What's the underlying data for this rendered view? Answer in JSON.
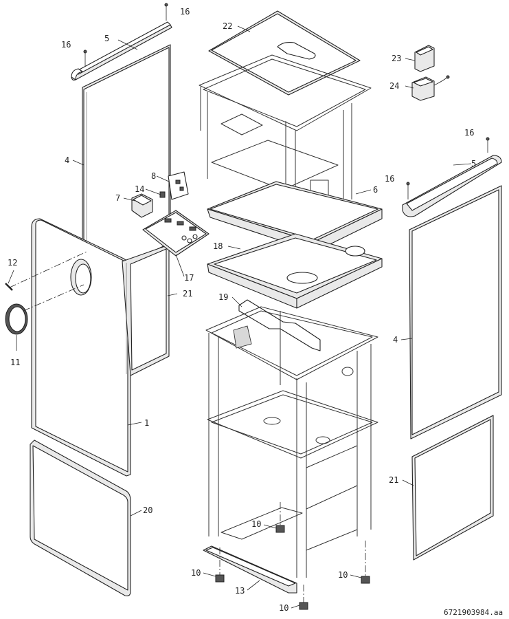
{
  "diagram": {
    "document_code": "6721903984.aa",
    "callouts": [
      {
        "id": "c16a",
        "text": "16"
      },
      {
        "id": "c5a",
        "text": "5"
      },
      {
        "id": "c16b",
        "text": "16"
      },
      {
        "id": "c4a",
        "text": "4"
      },
      {
        "id": "c8",
        "text": "8"
      },
      {
        "id": "c14",
        "text": "14"
      },
      {
        "id": "c7",
        "text": "7"
      },
      {
        "id": "c12",
        "text": "12"
      },
      {
        "id": "c11",
        "text": "11"
      },
      {
        "id": "c17",
        "text": "17"
      },
      {
        "id": "c21a",
        "text": "21"
      },
      {
        "id": "c1",
        "text": "1"
      },
      {
        "id": "c20",
        "text": "20"
      },
      {
        "id": "c22",
        "text": "22"
      },
      {
        "id": "c23",
        "text": "23"
      },
      {
        "id": "c24",
        "text": "24"
      },
      {
        "id": "c6",
        "text": "6"
      },
      {
        "id": "c18",
        "text": "18"
      },
      {
        "id": "c19",
        "text": "19"
      },
      {
        "id": "c16c",
        "text": "16"
      },
      {
        "id": "c5b",
        "text": "5"
      },
      {
        "id": "c16d",
        "text": "16"
      },
      {
        "id": "c4b",
        "text": "4"
      },
      {
        "id": "c21b",
        "text": "21"
      },
      {
        "id": "c10a",
        "text": "10"
      },
      {
        "id": "c10b",
        "text": "10"
      },
      {
        "id": "c10c",
        "text": "10"
      },
      {
        "id": "c13",
        "text": "13"
      },
      {
        "id": "c10d",
        "text": "10"
      }
    ]
  }
}
